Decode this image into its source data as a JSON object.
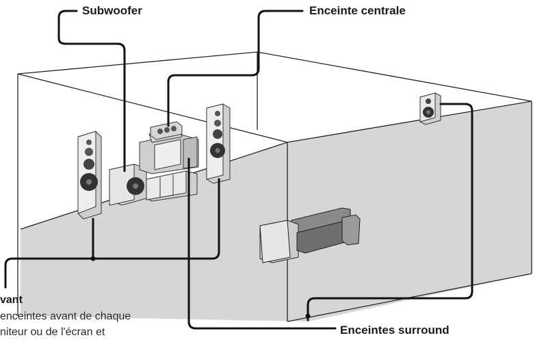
{
  "labels": {
    "subwoofer": "Subwoofer",
    "center": "Enceinte centrale",
    "surround": "Enceintes surround",
    "front_heading": "vant",
    "front_text_1": "enceintes avant de chaque",
    "front_text_2": "niteur ou de l'écran et"
  },
  "colors": {
    "line": "#111111",
    "floor": "#d6d6d6",
    "room_edge": "#222222",
    "speaker_face": "#eeeeee"
  }
}
